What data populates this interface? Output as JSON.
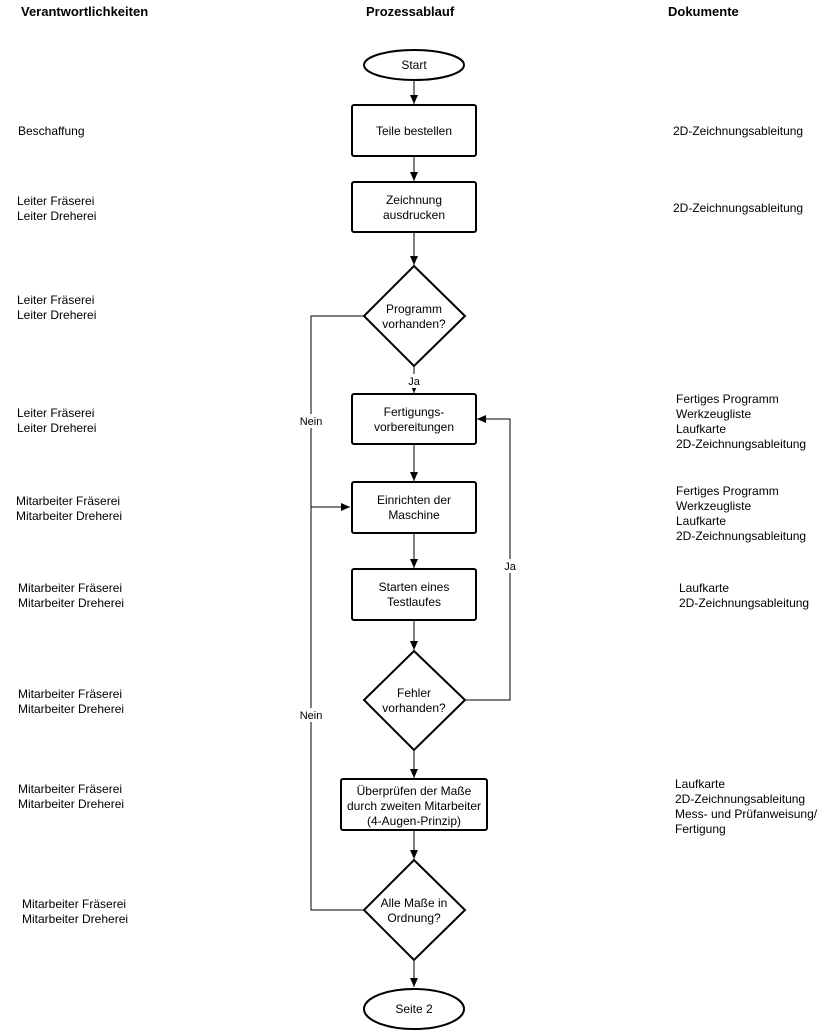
{
  "headers": {
    "responsibilities": "Verantwortlichkeiten",
    "process": "Prozessablauf",
    "documents": "Dokumente"
  },
  "responsibilities": [
    [
      "Beschaffung"
    ],
    [
      "Leiter Fräserei",
      "Leiter Dreherei"
    ],
    [
      "Leiter Fräserei",
      "Leiter Dreherei"
    ],
    [
      "Leiter Fräserei",
      "Leiter Dreherei"
    ],
    [
      "Mitarbeiter Fräserei",
      "Mitarbeiter Dreherei"
    ],
    [
      "Mitarbeiter Fräserei",
      "Mitarbeiter Dreherei"
    ],
    [
      "Mitarbeiter Fräserei",
      "Mitarbeiter Dreherei"
    ],
    [
      "Mitarbeiter Fräserei",
      "Mitarbeiter Dreherei"
    ],
    [
      "Mitarbeiter Fräserei",
      "Mitarbeiter Dreherei"
    ]
  ],
  "documents": [
    [
      "2D-Zeichnungsableitung"
    ],
    [
      "2D-Zeichnungsableitung"
    ],
    [
      "Fertiges Programm",
      "Werkzeugliste",
      "Laufkarte",
      "2D-Zeichnungsableitung"
    ],
    [
      "Fertiges Programm",
      "Werkzeugliste",
      "Laufkarte",
      "2D-Zeichnungsableitung"
    ],
    [
      "Laufkarte",
      "2D-Zeichnungsableitung"
    ],
    [
      "Laufkarte",
      "2D-Zeichnungsableitung",
      "Mess- und Prüfanweisung/",
      "Fertigung"
    ]
  ],
  "flow": {
    "start": "Start",
    "order_parts": "Teile bestellen",
    "print_drawing": [
      "Zeichnung",
      "ausdrucken"
    ],
    "program_available": [
      "Programm",
      "vorhanden?"
    ],
    "prep": [
      "Fertigungs-",
      "vorbereitungen"
    ],
    "setup_machine": [
      "Einrichten der",
      "Maschine"
    ],
    "test_run": [
      "Starten eines",
      "Testlaufes"
    ],
    "errors_present": [
      "Fehler",
      "vorhanden?"
    ],
    "check_dimensions": [
      "Überprüfen der Maße",
      "durch zweiten Mitarbeiter",
      "(4-Augen-Prinzip)"
    ],
    "all_ok": [
      "Alle Maße in",
      "Ordnung?"
    ],
    "end": "Seite 2"
  },
  "edge_labels": {
    "ja_1": "Ja",
    "nein_1": "Nein",
    "ja_2": "Ja",
    "nein_2": "Nein"
  }
}
